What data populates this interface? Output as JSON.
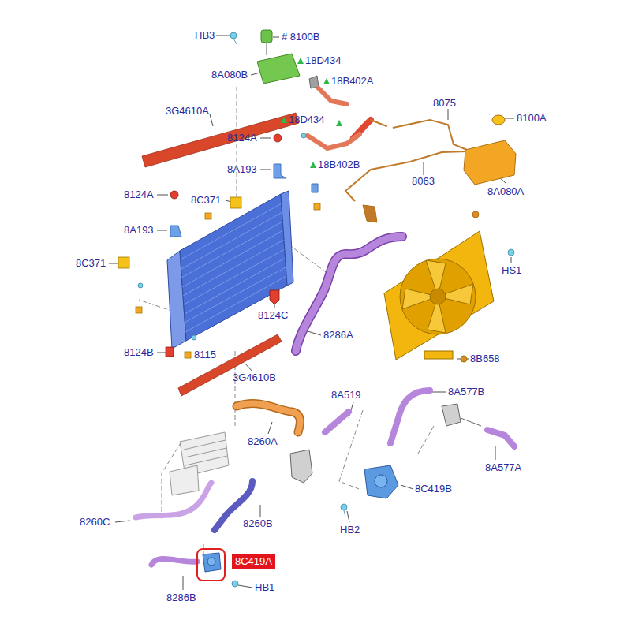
{
  "diagram": {
    "nodes": [
      {
        "text": [
          "8C419A"
        ]
      }
    ],
    "edges": [],
    "labels": [
      "HB3",
      "# 8100B",
      "18D434",
      "8A080B",
      "18B402A",
      "3G4610A",
      "8075",
      "8100A",
      "18D434",
      "8124A",
      "8A193",
      "18B402B",
      "8063",
      "8A080A",
      "8124A",
      "8C371",
      "8A193",
      "8C371",
      "HS1",
      "8124C",
      "8286A",
      "8124B",
      "8115",
      "8B658",
      "3G4610B",
      "8A519",
      "8A577B",
      "8260A",
      "8A577A",
      "8C419B",
      "8260C",
      "8260B",
      "HB2",
      "8286B",
      "HB1"
    ]
  }
}
